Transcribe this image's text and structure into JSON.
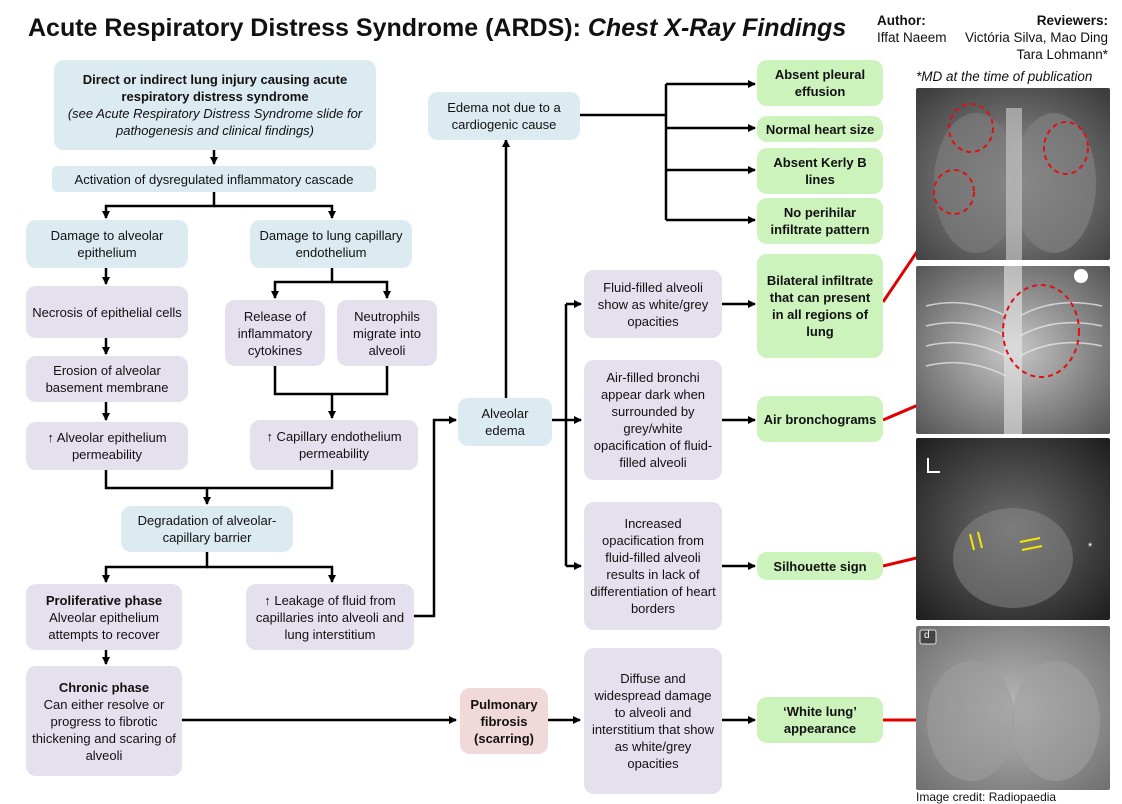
{
  "header": {
    "title_main": "Acute Respiratory Distress Syndrome (ARDS): ",
    "title_italic": "Chest X-Ray Findings"
  },
  "credits": {
    "author_label": "Author:",
    "author_name": "Iffat Naeem",
    "reviewers_label": "Reviewers:",
    "reviewers_line1": "Victória Silva, Mao Ding",
    "reviewers_line2": "Tara Lohmann*",
    "note": "*MD at the time of publication",
    "image_credit": "Image credit: Radiopaedia"
  },
  "left": {
    "injury_bold": "Direct or indirect lung injury causing acute respiratory distress syndrome",
    "injury_italic": "(see Acute Respiratory Distress Syndrome slide for pathogenesis and clinical findings)",
    "cascade": "Activation of dysregulated inflammatory cascade",
    "damage_epi": "Damage to alveolar epithelium",
    "damage_endo": "Damage to lung capillary endothelium",
    "necrosis": "Necrosis of epithelial cells",
    "erosion": "Erosion of alveolar basement membrane",
    "epi_perm": "↑ Alveolar epithelium permeability",
    "cytokines": "Release of inflammatory cytokines",
    "neutrophils": "Neutrophils migrate into alveoli",
    "cap_perm": "↑ Capillary endothelium permeability",
    "degradation": "Degradation of alveolar-capillary barrier",
    "prolif_bold": "Proliferative phase",
    "prolif_text": "Alveolar epithelium attempts to recover",
    "leakage": "↑ Leakage of fluid from capillaries into alveoli and lung interstitium",
    "chronic_bold": "Chronic phase",
    "chronic_text": "Can either resolve or progress to fibrotic thickening and scaring of alveoli"
  },
  "middle": {
    "alveolar_edema": "Alveolar edema",
    "edema_not_cardio": "Edema not due to a cardiogenic cause",
    "pulm_fibrosis": "Pulmonary fibrosis (scarring)",
    "fluid_filled": "Fluid-filled alveoli show as white/grey opacities",
    "air_filled": "Air-filled bronchi appear dark when surrounded by grey/white opacification of fluid-filled alveoli",
    "increased_opac": "Increased opacification from fluid-filled alveoli results in lack of differentiation of heart borders",
    "diffuse": "Diffuse and widespread damage to alveoli and interstitium that show as white/grey opacities"
  },
  "findings": {
    "pleural": "Absent pleural effusion",
    "heart": "Normal heart size",
    "kerley": "Absent Kerly B lines",
    "perihilar": "No perihilar infiltrate pattern",
    "bilateral": "Bilateral infiltrate that can present in all regions of lung",
    "air_broncho": "Air bronchograms",
    "silhouette": "Silhouette sign",
    "white_lung": "‘White lung’ appearance"
  },
  "xray_marks": {
    "img4_label": "d"
  },
  "colors": {
    "blue_box": "#dceaf2",
    "lavender_box": "#e5e0ee",
    "green_box": "#cdf3bd",
    "pink_box": "#f0d9d8",
    "red_arrow": "#e00000",
    "dashed_circle": "#e01010"
  }
}
